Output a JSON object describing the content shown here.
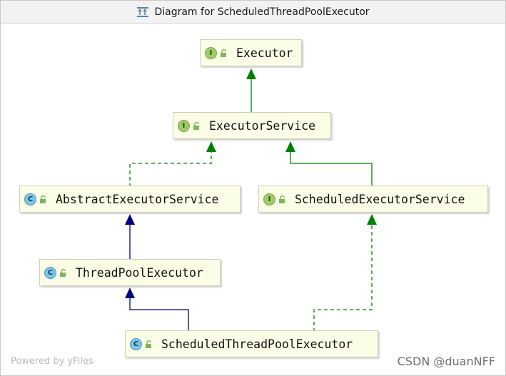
{
  "window": {
    "title": "Diagram for ScheduledThreadPoolExecutor",
    "title_icon": "diagram-icon"
  },
  "nodes": {
    "executor": {
      "label": "Executor",
      "kind": "I"
    },
    "executor_service": {
      "label": "ExecutorService",
      "kind": "I"
    },
    "abstract_executor_service": {
      "label": "AbstractExecutorService",
      "kind": "C"
    },
    "scheduled_executor_service": {
      "label": "ScheduledExecutorService",
      "kind": "I"
    },
    "thread_pool_executor": {
      "label": "ThreadPoolExecutor",
      "kind": "C"
    },
    "scheduled_thread_pool_executor": {
      "label": "ScheduledThreadPoolExecutor",
      "kind": "C"
    }
  },
  "edges": [
    {
      "from": "executor_service",
      "to": "executor",
      "style": "solid",
      "color": "#008000"
    },
    {
      "from": "abstract_executor_service",
      "to": "executor_service",
      "style": "dashed",
      "color": "#008000"
    },
    {
      "from": "scheduled_executor_service",
      "to": "executor_service",
      "style": "solid",
      "color": "#008000"
    },
    {
      "from": "thread_pool_executor",
      "to": "abstract_executor_service",
      "style": "solid",
      "color": "#000080"
    },
    {
      "from": "scheduled_thread_pool_executor",
      "to": "thread_pool_executor",
      "style": "solid",
      "color": "#000080"
    },
    {
      "from": "scheduled_thread_pool_executor",
      "to": "scheduled_executor_service",
      "style": "dashed",
      "color": "#008000"
    }
  ],
  "footer": {
    "powered_by": "Powered by yFiles",
    "watermark": "CSDN @duanNFF"
  },
  "colors": {
    "implements": "#008000",
    "extends": "#000080",
    "node_fill": "#fcfde6"
  }
}
